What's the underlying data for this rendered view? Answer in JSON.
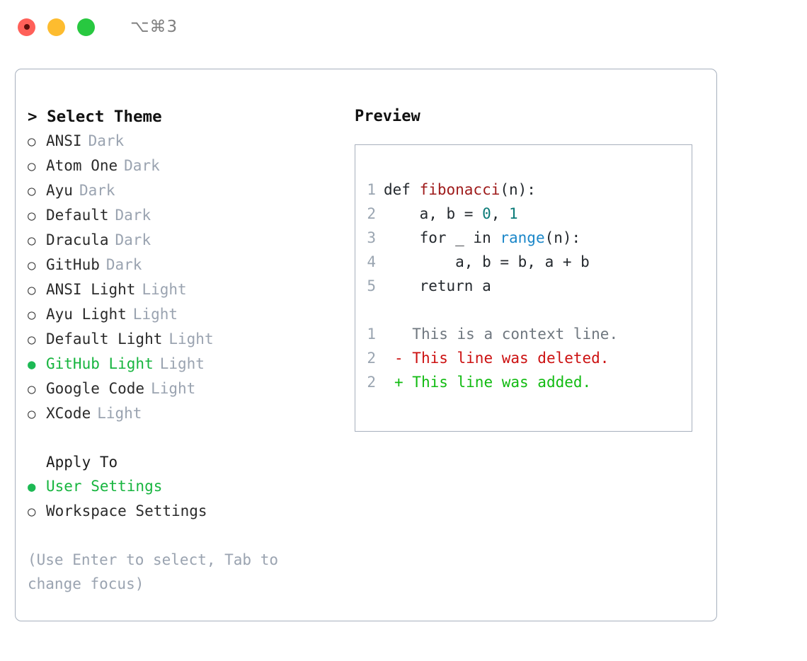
{
  "titlebar": {
    "shortcut": "⌥⌘3",
    "buttons": [
      {
        "name": "close",
        "color": "#ff6059"
      },
      {
        "name": "minimize",
        "color": "#fdbc2f"
      },
      {
        "name": "zoom",
        "color": "#28c840"
      }
    ]
  },
  "theme_picker": {
    "heading": "> Select Theme",
    "bullet_unselected": "○",
    "bullet_selected": "●",
    "items": [
      {
        "label": "ANSI",
        "suffix": "Dark",
        "selected": false
      },
      {
        "label": "Atom One",
        "suffix": "Dark",
        "selected": false
      },
      {
        "label": "Ayu",
        "suffix": "Dark",
        "selected": false
      },
      {
        "label": "Default",
        "suffix": "Dark",
        "selected": false
      },
      {
        "label": "Dracula",
        "suffix": "Dark",
        "selected": false
      },
      {
        "label": "GitHub",
        "suffix": "Dark",
        "selected": false
      },
      {
        "label": "ANSI Light",
        "suffix": "Light",
        "selected": false
      },
      {
        "label": "Ayu Light",
        "suffix": "Light",
        "selected": false
      },
      {
        "label": "Default Light",
        "suffix": "Light",
        "selected": false
      },
      {
        "label": "GitHub Light",
        "suffix": "Light",
        "selected": true
      },
      {
        "label": "Google Code",
        "suffix": "Light",
        "selected": false
      },
      {
        "label": "XCode",
        "suffix": "Light",
        "selected": false
      }
    ]
  },
  "apply_to": {
    "heading": "Apply To",
    "items": [
      {
        "label": "User Settings",
        "selected": true
      },
      {
        "label": "Workspace Settings",
        "selected": false
      }
    ]
  },
  "hint": "(Use Enter to select, Tab to change focus)",
  "preview": {
    "title": "Preview",
    "code_lines": [
      {
        "number": "1",
        "tokens": [
          {
            "text": "def ",
            "type": "plain"
          },
          {
            "text": "fibonacci",
            "type": "function"
          },
          {
            "text": "(n):",
            "type": "plain"
          }
        ]
      },
      {
        "number": "2",
        "tokens": [
          {
            "text": "    a, b = ",
            "type": "plain"
          },
          {
            "text": "0",
            "type": "number"
          },
          {
            "text": ", ",
            "type": "plain"
          },
          {
            "text": "1",
            "type": "number"
          }
        ]
      },
      {
        "number": "3",
        "tokens": [
          {
            "text": "    for _ in ",
            "type": "plain"
          },
          {
            "text": "range",
            "type": "call"
          },
          {
            "text": "(n):",
            "type": "plain"
          }
        ]
      },
      {
        "number": "4",
        "tokens": [
          {
            "text": "        a, b = b, a + b",
            "type": "plain"
          }
        ]
      },
      {
        "number": "5",
        "tokens": [
          {
            "text": "    return a",
            "type": "plain"
          }
        ]
      }
    ],
    "diff_lines": [
      {
        "number": "1",
        "marker": " ",
        "text": " This is a context line.",
        "type": "context"
      },
      {
        "number": "2",
        "marker": "-",
        "text": " This line was deleted.",
        "type": "deleted"
      },
      {
        "number": "2",
        "marker": "+",
        "text": " This line was added.",
        "type": "added"
      }
    ]
  },
  "colors": {
    "accent_selected": "#17b53f",
    "muted": "#9aa3b0",
    "border": "#a7b0bd",
    "code_function": "#9e1a1a",
    "code_number": "#0b7b78",
    "code_call": "#1b87c9",
    "diff_added": "#11bb11",
    "diff_deleted": "#cc1111",
    "gutter": "#9aa5b1"
  }
}
